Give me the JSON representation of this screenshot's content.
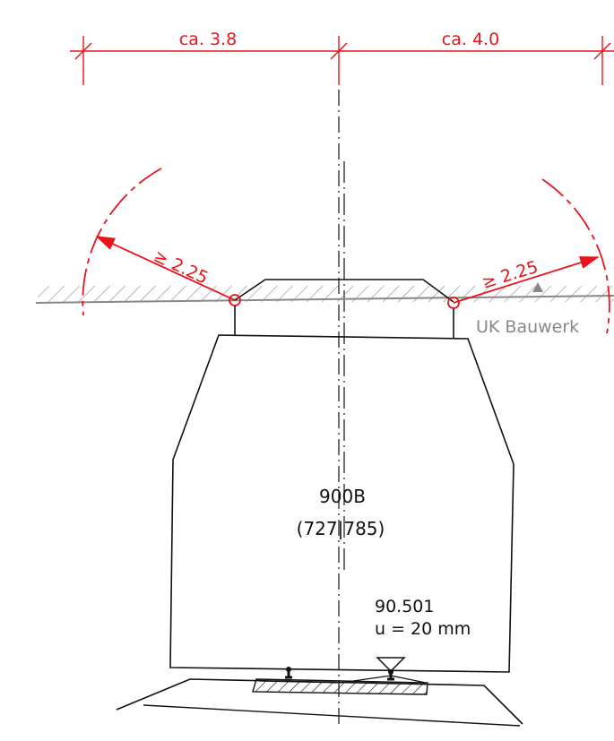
{
  "dimensions": {
    "left_label": "ca. 3.8",
    "right_label": "ca. 4.0"
  },
  "clearance": {
    "left_label": "≥ 2.25",
    "right_label": "≥ 2.25"
  },
  "reference": {
    "label": "UK Bauwerk"
  },
  "vehicle": {
    "type_label": "900B",
    "number_label": "(727|785)"
  },
  "rail": {
    "height_label": "90.501",
    "cant_label": "u = 20 mm"
  },
  "colors": {
    "dimension": "#e8141c",
    "outline": "#111111",
    "reference": "#888888"
  }
}
